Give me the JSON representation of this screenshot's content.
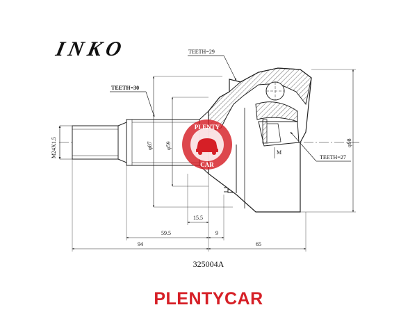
{
  "logo": {
    "text": "INKO"
  },
  "labels": {
    "teeth_outer": "TEETH=29",
    "teeth_inner": "TEETH=30",
    "teeth_abs": "TEETH=27",
    "thread": "M24X1.5",
    "dia_87": "φ87",
    "dia_59": "φ59",
    "dia_98": "φ98",
    "m_label": "M",
    "dim_15_5": "15.5",
    "dim_59_5": "59.5",
    "dim_9": "9",
    "dim_94": "94",
    "dim_65": "65",
    "part_number": "325004A"
  },
  "watermark": {
    "top_text": "PLENTY",
    "bottom_text": "CAR",
    "color": "#d61f26"
  },
  "footer": {
    "brand": "PLENTYCAR"
  },
  "colors": {
    "line": "#222222",
    "hatch": "#555555",
    "accent": "#d61f26"
  }
}
